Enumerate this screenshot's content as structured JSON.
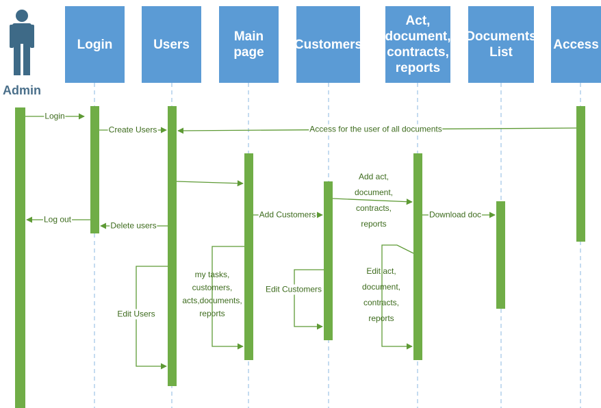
{
  "actor": {
    "label": "Admin",
    "icon": "person-icon"
  },
  "lifelines": [
    {
      "id": "login",
      "label": "Login"
    },
    {
      "id": "users",
      "label": "Users"
    },
    {
      "id": "mainpage",
      "label": "Main\npage"
    },
    {
      "id": "customers",
      "label": "Customers"
    },
    {
      "id": "act",
      "label": "Act,\ndocument,\ncontracts,\nreports"
    },
    {
      "id": "doclist",
      "label": "Documents\nList"
    },
    {
      "id": "access",
      "label": "Access"
    }
  ],
  "messages": {
    "login": "Login",
    "create_users": "Create Users",
    "access_all": "Access for the user of all documents",
    "add_customers": "Add Customers",
    "add_act": "Add act,\ndocument,\ncontracts,\nreports",
    "download_doc": "Download doc",
    "log_out": "Log out",
    "delete_users": "Delete users",
    "my_tasks": "my tasks,\ncustomers,\nacts,documents,\nreports",
    "edit_customers": "Edit Customers",
    "edit_act": "Edit act,\ndocument,\ncontracts,\nreports",
    "edit_users": "Edit Users"
  },
  "colors": {
    "header": "#5b9bd5",
    "bar": "#70ad47",
    "arrow": "#5e9a35",
    "dash": "#9dc3e6",
    "actor": "#3e6a87"
  }
}
